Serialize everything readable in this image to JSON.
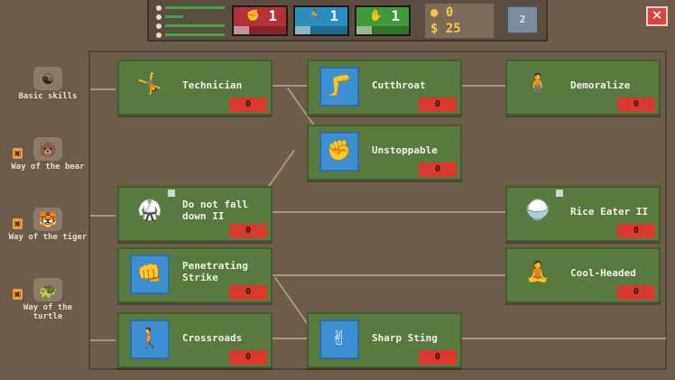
{
  "hud": {
    "stats": [
      {
        "value": "1",
        "color": "#b3323a",
        "symbol": "fist-icon"
      },
      {
        "value": "1",
        "color": "#2a8fbf",
        "symbol": "figure-icon"
      },
      {
        "value": "1",
        "color": "#3f9a3a",
        "symbol": "hand-icon"
      }
    ],
    "coins_top": "0",
    "coins_bottom": "25",
    "scroll_label": "2"
  },
  "sidebar": [
    {
      "label": "Basic skills",
      "locked": false,
      "icon": "yin-yang-icon"
    },
    {
      "label": "Way of the bear",
      "locked": true,
      "icon": "bear-icon"
    },
    {
      "label": "Way of the tiger",
      "locked": true,
      "icon": "tiger-icon"
    },
    {
      "label": "Way of the turtle",
      "locked": true,
      "icon": "turtle-icon"
    }
  ],
  "cards": [
    {
      "name": "Technician",
      "cost": "0"
    },
    {
      "name": "Cutthroat",
      "cost": "0"
    },
    {
      "name": "Demoralize",
      "cost": "0"
    },
    {
      "name": "Unstoppable",
      "cost": "0"
    },
    {
      "name": "Do not fall down II",
      "cost": "0"
    },
    {
      "name": "Rice Eater II",
      "cost": "0"
    },
    {
      "name": "Penetrating Strike",
      "cost": "0"
    },
    {
      "name": "Cool-Headed",
      "cost": "0"
    },
    {
      "name": "Crossroads",
      "cost": "0"
    },
    {
      "name": "Sharp Sting",
      "cost": "0"
    }
  ]
}
